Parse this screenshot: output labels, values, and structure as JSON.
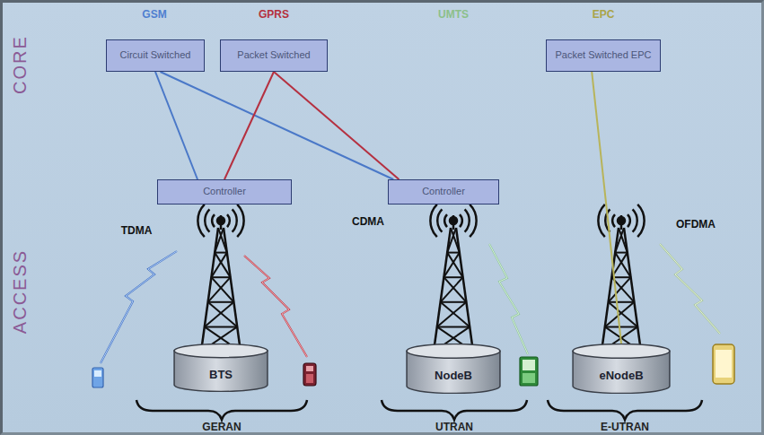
{
  "diagram": {
    "nodes": [
      {
        "text": [
          "Circuit Switched"
        ]
      },
      {
        "text": [
          "Packet Switched"
        ]
      },
      {
        "text": [
          "Packet Switched EPC"
        ]
      },
      {
        "text": [
          "Controller"
        ]
      },
      {
        "text": [
          "Controller"
        ]
      },
      {
        "text": [
          "BTS"
        ]
      },
      {
        "text": [
          "NodeB"
        ]
      },
      {
        "text": [
          "eNodeB"
        ]
      }
    ],
    "edges": [
      {
        "from": 0,
        "to": 3,
        "arrow": "none"
      },
      {
        "from": 0,
        "to": 4,
        "arrow": "none"
      },
      {
        "from": 1,
        "to": 3,
        "arrow": "none"
      },
      {
        "from": 1,
        "to": 4,
        "arrow": "none"
      },
      {
        "from": 2,
        "to": 7,
        "arrow": "none"
      }
    ],
    "labels": [
      "CORE",
      "ACCESS",
      "GSM",
      "GPRS",
      "UMTS",
      "EPC",
      "TDMA",
      "CDMA",
      "OFDMA",
      "GERAN",
      "UTRAN",
      "E-UTRAN"
    ]
  }
}
